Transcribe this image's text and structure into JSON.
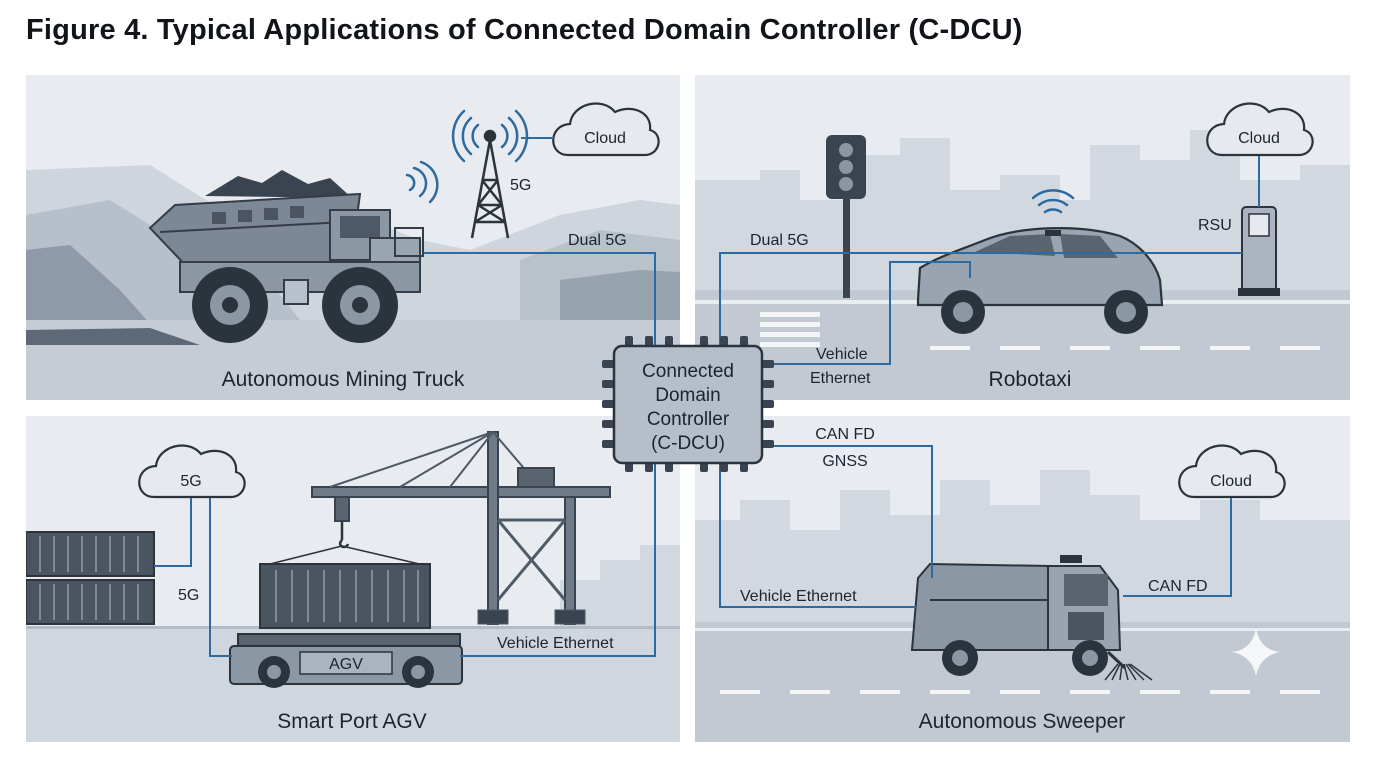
{
  "title": "Figure 4. Typical Applications of Connected Domain Controller (C-DCU)",
  "controller": {
    "line1": "Connected",
    "line2": "Domain",
    "line3": "Controller",
    "line4": "(C-DCU)"
  },
  "panels": {
    "mining": {
      "caption": "Autonomous Mining Truck",
      "cloud": "Cloud",
      "tower": "5G",
      "link": "Dual 5G"
    },
    "robotaxi": {
      "caption": "Robotaxi",
      "cloud": "Cloud",
      "rsu": "RSU",
      "link_top": "Dual 5G",
      "link_bottom_1": "Vehicle",
      "link_bottom_2": "Ethernet"
    },
    "port": {
      "caption": "Smart Port AGV",
      "cloud": "5G",
      "side": "5G",
      "agv": "AGV",
      "link": "Vehicle Ethernet"
    },
    "sweeper": {
      "caption": "Autonomous Sweeper",
      "cloud": "Cloud",
      "can_top": "CAN FD",
      "gnss": "GNSS",
      "ethernet": "Vehicle Ethernet",
      "can_right": "CAN FD"
    }
  },
  "colors": {
    "line": "#2d6a9f",
    "panel_bg": "#e6e9ee",
    "ground": "#c5cbd4",
    "dark": "#38434f",
    "mid": "#6f7b89",
    "light": "#9aa4b1"
  }
}
